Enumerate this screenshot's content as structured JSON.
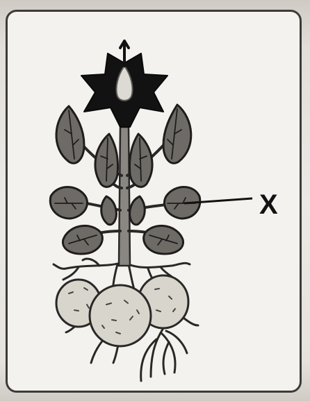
{
  "diagram": {
    "subject": "potato-plant",
    "parts": [
      "flower",
      "leaves",
      "stem",
      "roots",
      "tubers"
    ],
    "label": "X",
    "label_points_to": "leaf",
    "colors": {
      "ink": "#121212",
      "leaf_fill": "#6e6b67",
      "tuber_fill": "#d8d6cc",
      "card_border": "#3d3b38",
      "card_bg": "#f3f2ef"
    }
  }
}
